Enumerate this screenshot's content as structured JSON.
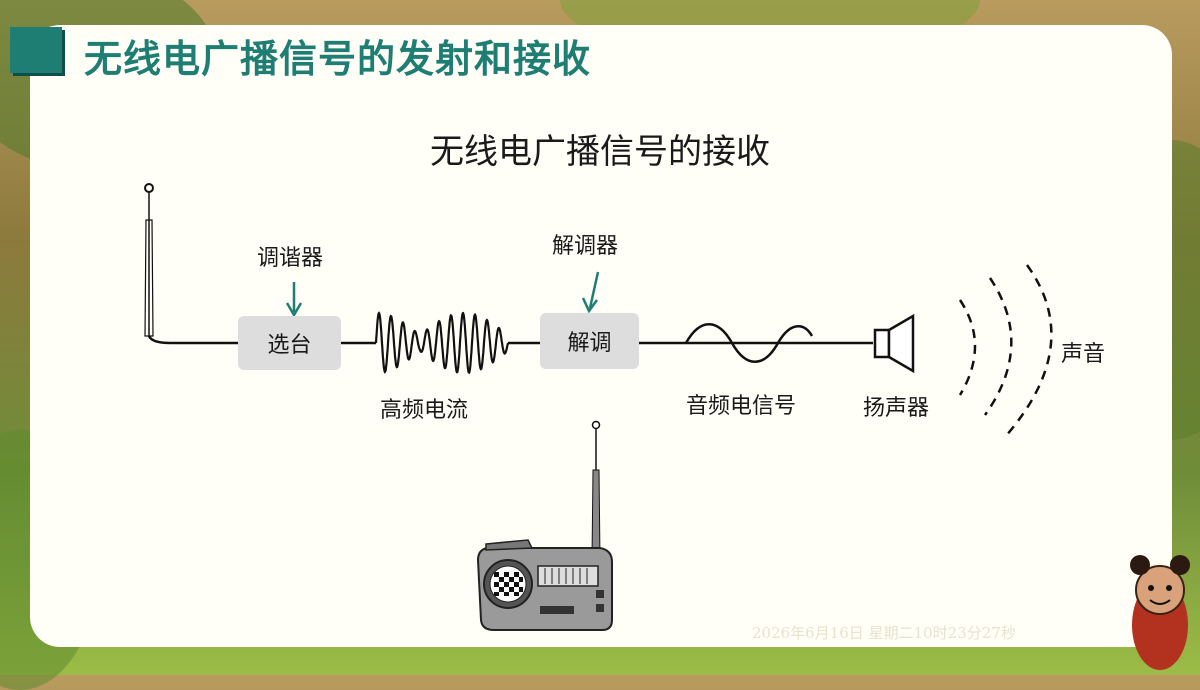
{
  "page_title": "无线电广播信号的发射和接收",
  "diagram": {
    "title": "无线电广播信号的接收",
    "tuner_label": "调谐器",
    "tuner_box": "选台",
    "demodulator_label": "解调器",
    "demodulator_box": "解调",
    "hf_current_label": "高频电流",
    "audio_signal_label": "音频电信号",
    "speaker_label": "扬声器",
    "sound_label": "声音"
  },
  "timestamp": "2026年6月16日 星期二10时23分27秒",
  "colors": {
    "accent": "#1f7e74",
    "arrow": "#1f7e74",
    "box": "#dddddd"
  }
}
